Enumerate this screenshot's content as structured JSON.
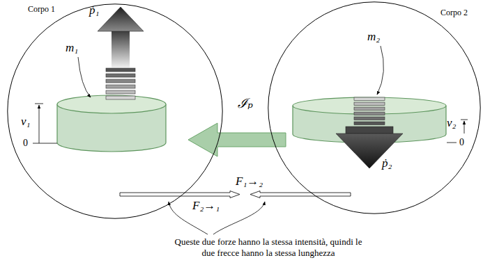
{
  "diagram": {
    "nodes": [
      {
        "text": [
          "Corpo 1"
        ]
      },
      {
        "text": [
          "Corpo 2"
        ]
      }
    ],
    "edges": [
      {
        "from": 1,
        "to": 0,
        "arrow": "to",
        "label": "ℐₚ"
      }
    ],
    "labels": [
      "m₁",
      "ṗ₁",
      "v₁",
      "0",
      "m₂",
      "ṗ₂",
      "v₂",
      "0",
      "F₁→₂",
      "F₂→₁",
      "Queste due forze hanno la stessa intensità, quindi le due frecce hanno la stessa lunghezza"
    ]
  }
}
